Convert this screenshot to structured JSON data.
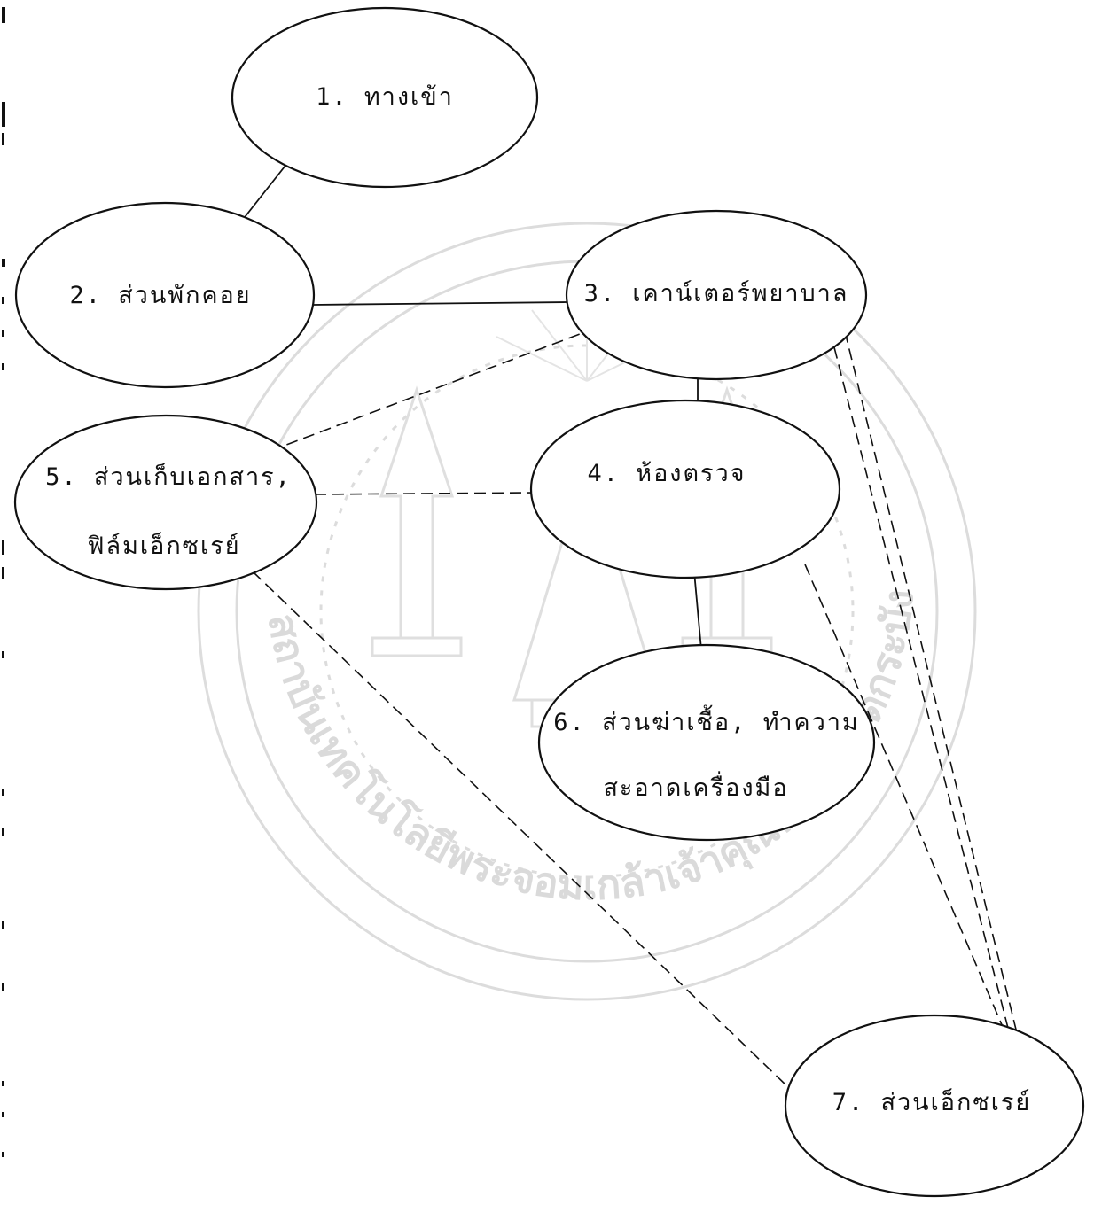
{
  "watermark": {
    "name": "university-seal-watermark",
    "text": "สถาบันเทคโนโลยีพระจอมเกล้าเจ้าคุณทหารลาดกระบัง"
  },
  "nodes": [
    {
      "id": "n1",
      "lines": [
        "1. ทางเข้า"
      ]
    },
    {
      "id": "n2",
      "lines": [
        "2. ส่วนพักคอย"
      ]
    },
    {
      "id": "n3",
      "lines": [
        "3. เคาน์เตอร์พยาบาล"
      ]
    },
    {
      "id": "n4",
      "lines": [
        "4. ห้องตรวจ"
      ]
    },
    {
      "id": "n5",
      "lines": [
        "5. ส่วนเก็บเอกสาร,",
        "ฟิล์มเอ็กซเรย์"
      ]
    },
    {
      "id": "n6",
      "lines": [
        "6. ส่วนฆ่าเชื้อ, ทำความ",
        "สะอาดเครื่องมือ"
      ]
    },
    {
      "id": "n7",
      "lines": [
        "7. ส่วนเอ็กซเรย์"
      ]
    }
  ],
  "edges": [
    {
      "from": "n1",
      "to": "n2",
      "style": "solid"
    },
    {
      "from": "n2",
      "to": "n3",
      "style": "solid"
    },
    {
      "from": "n3",
      "to": "n4",
      "style": "solid"
    },
    {
      "from": "n4",
      "to": "n6",
      "style": "solid"
    },
    {
      "from": "n5",
      "to": "n3",
      "style": "dashed"
    },
    {
      "from": "n5",
      "to": "n4",
      "style": "dashed"
    },
    {
      "from": "n5",
      "to": "n7",
      "style": "dashed"
    },
    {
      "from": "n3",
      "to": "n7",
      "style": "dashed"
    },
    {
      "from": "n4",
      "to": "n7",
      "style": "dashed"
    }
  ]
}
